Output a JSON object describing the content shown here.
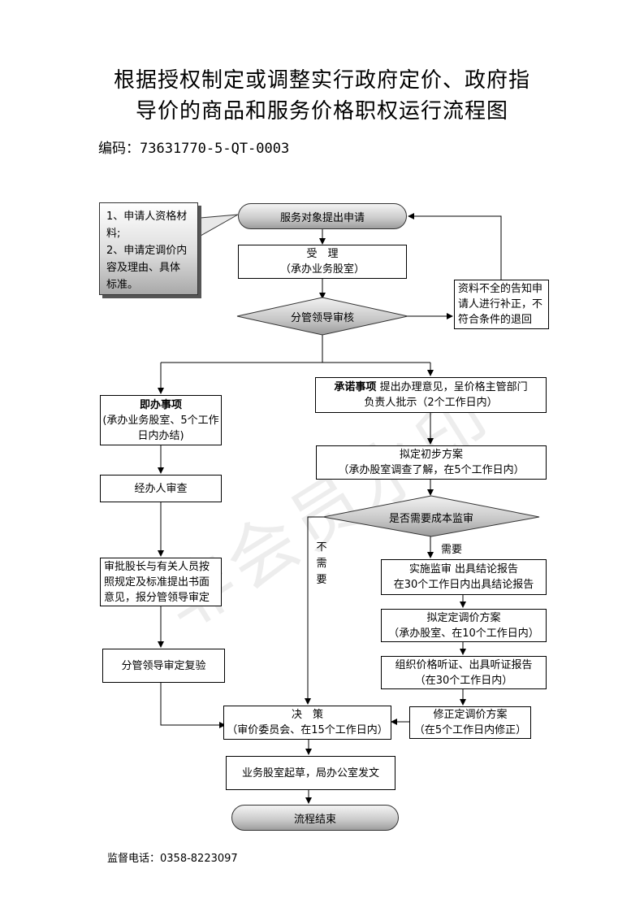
{
  "title": {
    "line1": "根据授权制定或调整实行政府定价、政府指",
    "line2": "导价的商品和服务价格职权运行流程图"
  },
  "code": "编码：73631770-5-QT-0003",
  "watermark": "非会员水印",
  "nodes": {
    "note": {
      "line1": "1、申请人资格材",
      "line2": "料;",
      "line3": "2、申请定调价内",
      "line4": "容及理由、具体",
      "line5": "标准。"
    },
    "start": "服务对象提出申请",
    "accept": {
      "line1": "受　理",
      "line2": "（承办业务股室）"
    },
    "review": "分管领导审核",
    "incomplete": {
      "line1": "资料不全的告知申",
      "line2": "请人进行补正，不",
      "line3": "符合条件的退回"
    },
    "immediate": {
      "line1": "即办事项",
      "line2": "(承办业务股室、5个工作",
      "line3": "日内办结)"
    },
    "promise": {
      "bold": "承诺事项",
      "line1": " 提出办理意见，呈价格主管部门",
      "line2": "负责人批示（2个工作日内）"
    },
    "officer_check": "经办人审查",
    "draft_plan": {
      "line1": "拟定初步方案",
      "line2": "（承办股室调查了解，在5个工作日内）"
    },
    "cost_audit_q": "是否需要成本监审",
    "need": "需要",
    "not_need": {
      "c1": "不",
      "c2": "需",
      "c3": "要"
    },
    "section_chief": {
      "line1": "审批股长与有关人员按",
      "line2": "照规定及标准提出书面",
      "line3": "意见，报分管领导审定"
    },
    "cost_audit": {
      "line1": "实施监审 出具结论报告",
      "line2": "在30个工作日内出具结论报告"
    },
    "draft_price": {
      "line1": "拟定定调价方案",
      "line2": "（承办股室、在10个工作日内）"
    },
    "leader_recheck": "分管领导审定复验",
    "hearing": {
      "line1": "组织价格听证、出具听证报告",
      "line2": "（在30个工作日内）"
    },
    "decision": {
      "line1": "决　策",
      "line2": "（审价委员会、在15个工作日内）"
    },
    "revise": {
      "line1": "修正定调价方案",
      "line2": "（在5个工作日内修正）"
    },
    "publish": "业务股室起草，局办公室发文",
    "end": "流程结束"
  },
  "phone": "监督电话：0358-8223097"
}
